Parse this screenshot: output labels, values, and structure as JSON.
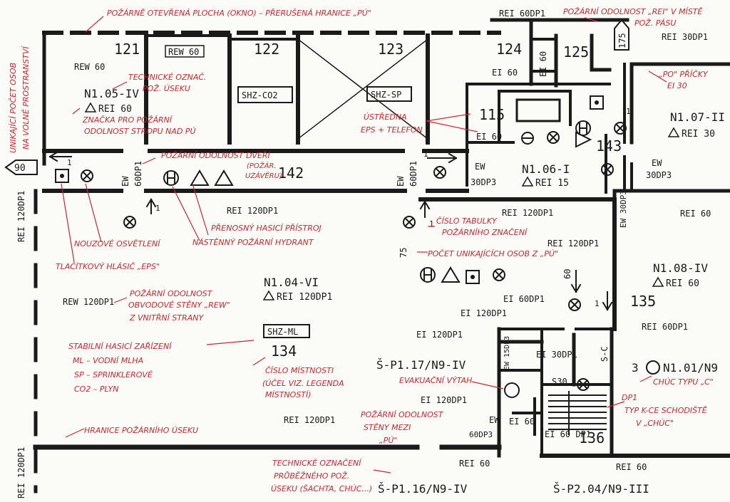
{
  "colors": {
    "ink": "#1a1a1a",
    "annotation": "#c8282d",
    "paper": "#fbfbf8"
  },
  "rooms": {
    "r121": "121",
    "r122": "122",
    "r123": "123",
    "r124": "124",
    "r125": "125",
    "r115": "115",
    "r143": "143",
    "r142": "142",
    "r134": "134",
    "r135": "135",
    "r136": "136"
  },
  "zones": {
    "z1": "N1.05-IV",
    "z2": "N1.07-II",
    "z3": "N1.06-I",
    "z4": "N1.04-VI",
    "z5": "N1.08-IV",
    "z6": "Š-P1.17/N9-IV",
    "z7": "N1.01/N9",
    "z8": "Š-P1.16/N9-IV",
    "z9": "Š-P2.04/N9-III"
  },
  "ceilings": {
    "c1": "REI 60",
    "c2": "REI 30",
    "c3": "REI 15",
    "c4": "REI 120DP1",
    "c5": "REI 60"
  },
  "systems": {
    "s1": "SHZ-CO2",
    "s2": "SHZ-SP",
    "s3": "SHZ-ML"
  },
  "wall_labels": {
    "w1": "REW 60",
    "w2": "REW 60",
    "w3": "REI 60DP1",
    "w4": "REI 30DP1",
    "w5": "EI 60",
    "w6": "EI 60",
    "w7": "EI 60",
    "w8": "60DP1",
    "w9": "EW",
    "w10": "EW",
    "w11": "60DP1",
    "w12": "EW",
    "w13": "30DP3",
    "w14": "EW",
    "w15": "30DP3",
    "w16": "REI 120DP1",
    "w17": "REI 120DP1",
    "w18": "REI 120DP1",
    "w19": "REI 60",
    "w20": "EW 30DP3",
    "w21": "REW 120DP1",
    "w22": "REI 120DP1",
    "w23": "EI 60DP1",
    "w24": "REI 60DP1",
    "w25": "EI 120DP1",
    "w26": "EW 15DP3",
    "w27": "EI 30DP1",
    "w28": "S-C",
    "w29": "S30",
    "w30": "EI 120DP1",
    "w31": "EW",
    "w32": "60DP3",
    "w33": "EI 60",
    "w34": "EI 60 DP1",
    "w35": "REI 120DP1",
    "w36": "REI 60",
    "w37": "REI 60",
    "w38": "REI 120DP1",
    "w39": "3"
  },
  "counts": {
    "n1": "90",
    "n2": "175",
    "n3": "75",
    "n4": "60",
    "n5": "1"
  },
  "notes": {
    "a1": "POŽÁRNĚ OTEVŘENÁ PLOCHA (OKNO) – PŘERUŠENÁ HRANICE „PÚ\"",
    "a2": "POŽÁRNÍ ODOLNOST „REI\" V MÍSTĚ",
    "a3": "POŽ. PÁSU",
    "a4": "UNIKAJÍCÍ POČET OSOB",
    "a5": "NA VOLNÉ PROSTRANSTVÍ",
    "a6": "TECHNICKÉ OZNAČ.",
    "a7": "POŽ. ÚSEKU",
    "a8": "„PO\" PŘÍČKY",
    "a9": "EI 30",
    "a10": "ZNAČKA PRO POŽÁRNÍ",
    "a11": "ODOLNOST STROPU NAD PÚ",
    "a12": "ÚSTŘEDNA",
    "a13": "EPS + TELEFON",
    "a14": "POŽÁRNÍ ODOLNOST DVEŘÍ",
    "a15": "(POŽÁR.",
    "a16": "UZÁVĚRU)",
    "a17": "ČÍSLO TABULKY",
    "a18": "POŽÁRNÍHO ZNAČENÍ",
    "a19": "PŘENOSNÝ HASICÍ PŘÍSTROJ",
    "a20": "NÁSTĚNNÝ POŽÁRNÍ HYDRANT",
    "a21": "NOUZOVÉ OSVĚTLENÍ",
    "a22": "TLAČÍTKOVÝ HLÁSIČ „EPS\"",
    "a23": "POČET UNIKAJÍCÍCH OSOB Z „PÚ\"",
    "a24": "POŽÁRNÍ ODOLNOST",
    "a25": "OBVODOVÉ STĚNY „REW\"",
    "a26": "Z VNITŘNÍ STRANY",
    "a27": "STABILNÍ HASICÍ ZAŘÍZENÍ",
    "a28": "ML – VODNÍ MLHA",
    "a29": "SP – SPRINKLEROVÉ",
    "a30": "CO2 – PLYN",
    "a31": "ČÍSLO MÍSTNOSTI",
    "a32": "(ÚČEL VIZ. LEGENDA",
    "a33": "MÍSTNOSTÍ)",
    "a34": "EVAKUAČNÍ VÝTAH",
    "a35": "CHÚC TYPU „C\"",
    "a36": "DP1",
    "a37": "TYP K-CE SCHODIŠTĚ",
    "a38": "V „CHÚC\"",
    "a39": "HRANICE POŽÁRNÍHO ÚSEKU",
    "a40": "POŽÁRNÍ ODOLNOST",
    "a41": "STĚNY MEZI",
    "a42": "„PÚ\"",
    "a43": "TECHNICKÉ OZNAČENÍ",
    "a44": "PRŮBĚŽNÉHO POŽ.",
    "a45": "ÚSEKU (ŠACHTA, CHÚC...)"
  }
}
